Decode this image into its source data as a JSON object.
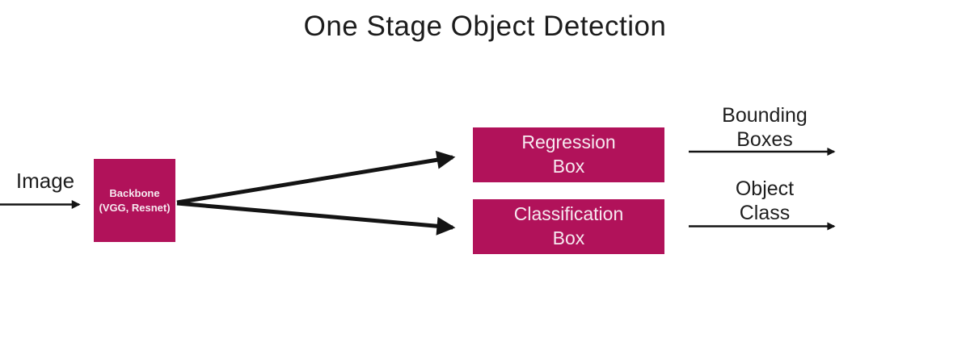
{
  "title": "One Stage Object Detection",
  "colors": {
    "node_fill": "#b1125a",
    "node_text": "#f6e9f0",
    "text_dark": "#1e1e1e",
    "arrow": "#141414"
  },
  "input": {
    "label": "Image"
  },
  "backbone": {
    "line1": "Backbone",
    "line2": "(VGG, Resnet)"
  },
  "branches": [
    {
      "box_line1": "Regression",
      "box_line2": "Box",
      "output_line1": "Bounding",
      "output_line2": "Boxes"
    },
    {
      "box_line1": "Classification",
      "box_line2": "Box",
      "output_line1": "Object",
      "output_line2": "Class"
    }
  ]
}
